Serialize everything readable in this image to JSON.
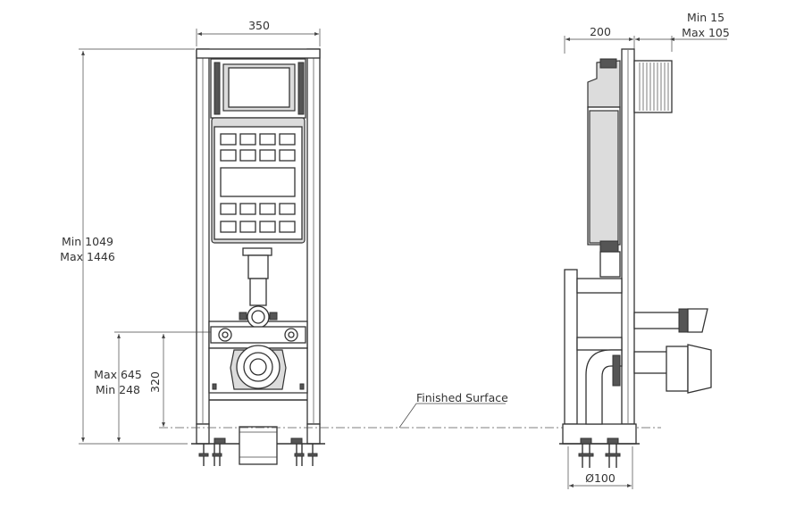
{
  "front_view": {
    "width_dim": "350",
    "height_dim_line1": "Min 1049",
    "height_dim_line2": "Max 1446",
    "outlet_height_line1": "Max 645",
    "outlet_height_line2": "Min 248",
    "fixing_dim": "320"
  },
  "side_view": {
    "depth_dim": "200",
    "projection_line1": "Min 15",
    "projection_line2": "Max 105",
    "pipe_dim": "Ø100"
  },
  "finished_surface_label": "Finished Surface"
}
